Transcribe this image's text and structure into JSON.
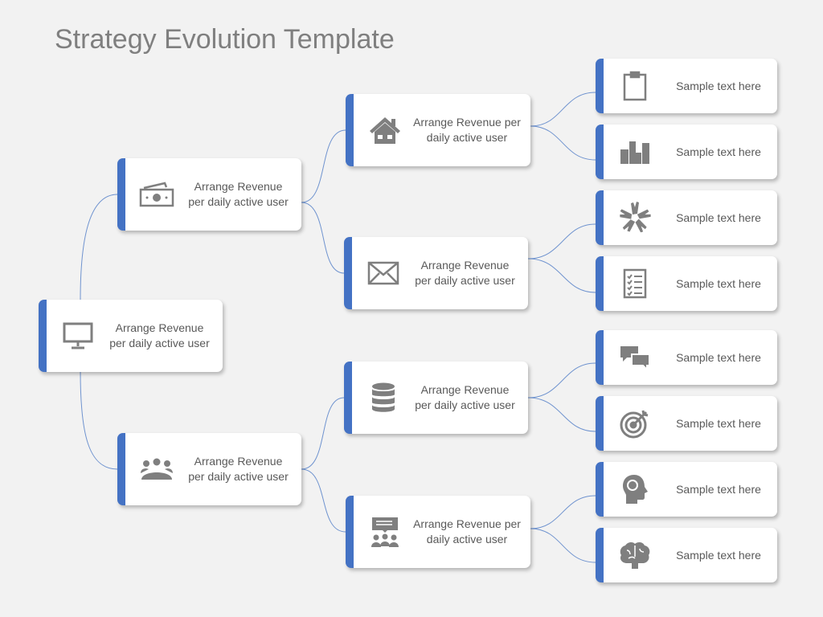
{
  "title": "Strategy Evolution Template",
  "accent": "#4472c4",
  "root": {
    "label": "Arrange Revenue per daily active user",
    "icon": "monitor-icon"
  },
  "level1": [
    {
      "label": "Arrange Revenue per daily active user",
      "icon": "money-icon"
    },
    {
      "label": "Arrange Revenue per daily active user",
      "icon": "team-icon"
    }
  ],
  "level2": [
    {
      "label": "Arrange Revenue per daily active user",
      "icon": "house-icon"
    },
    {
      "label": "Arrange Revenue per daily active user",
      "icon": "envelope-icon"
    },
    {
      "label": "Arrange Revenue per daily active user",
      "icon": "database-icon"
    },
    {
      "label": "Arrange Revenue per daily active user",
      "icon": "presentation-icon"
    }
  ],
  "level3": [
    {
      "label": "Sample text here",
      "icon": "clipboard-icon"
    },
    {
      "label": "Sample text here",
      "icon": "buildings-icon"
    },
    {
      "label": "Sample text here",
      "icon": "hands-icon"
    },
    {
      "label": "Sample text here",
      "icon": "checklist-icon"
    },
    {
      "label": "Sample text here",
      "icon": "chat-icon"
    },
    {
      "label": "Sample text here",
      "icon": "target-icon"
    },
    {
      "label": "Sample text here",
      "icon": "head-gears-icon"
    },
    {
      "label": "Sample text here",
      "icon": "brain-icon"
    }
  ]
}
